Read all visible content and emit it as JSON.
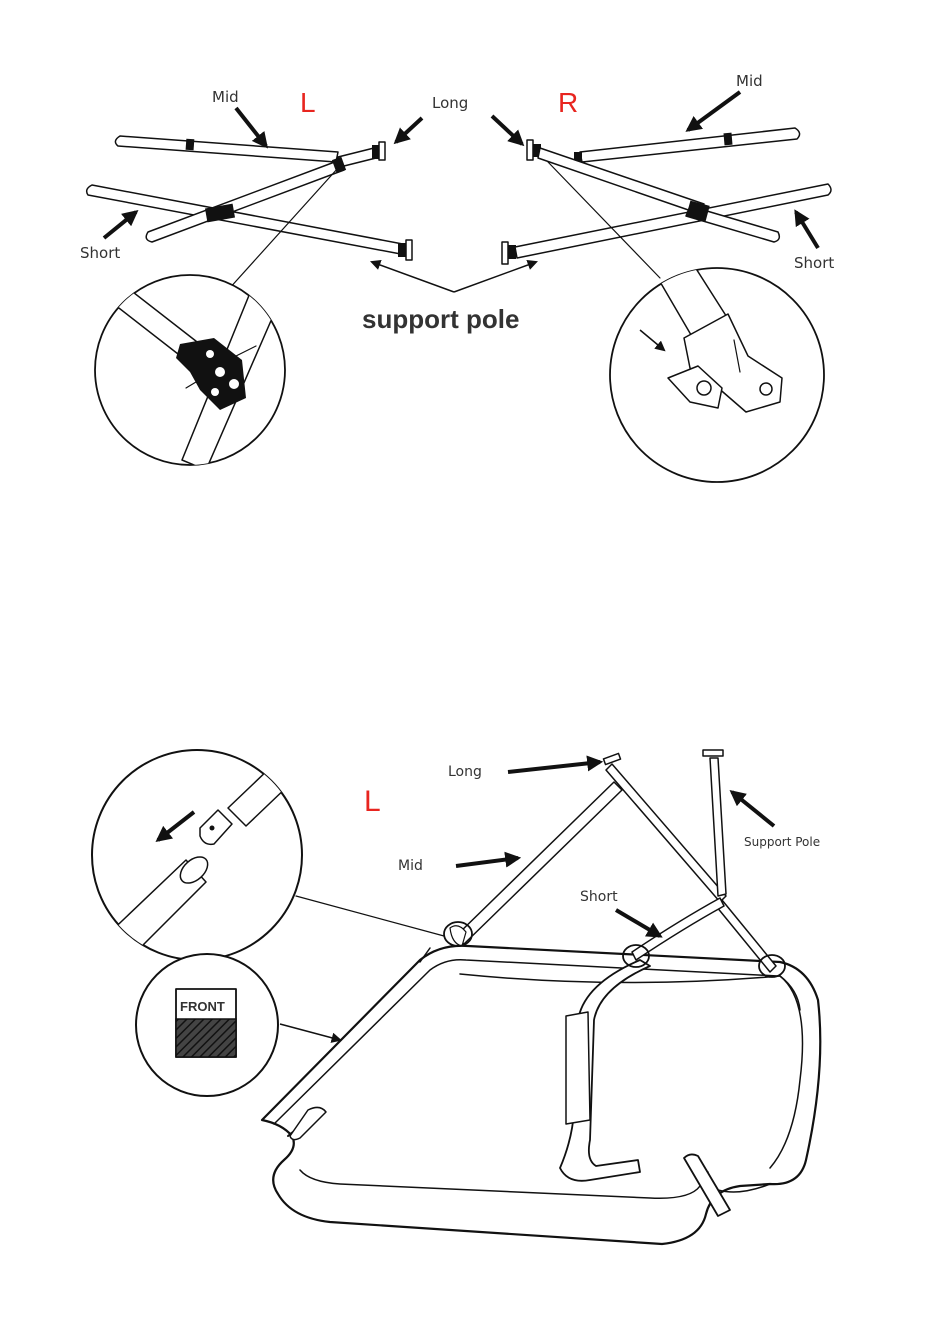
{
  "accent_color": "#e8251f",
  "top_diagram": {
    "side_left": "L",
    "side_right": "R",
    "labels": {
      "mid_left": "Mid",
      "mid_right": "Mid",
      "long": "Long",
      "short_left": "Short",
      "short_right": "Short",
      "support_pole": "support pole"
    }
  },
  "bottom_diagram": {
    "side": "L",
    "labels": {
      "long": "Long",
      "mid": "Mid",
      "short": "Short",
      "support_pole": "Support Pole"
    },
    "badge_text": "FRONT"
  }
}
